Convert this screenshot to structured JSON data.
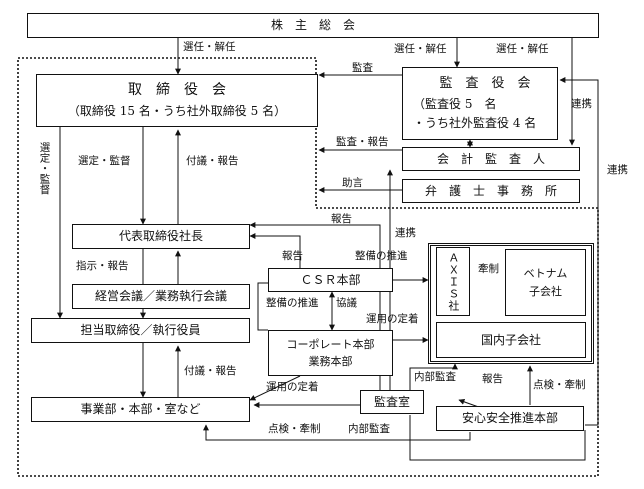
{
  "nodes": {
    "shareholders": "株　主　総　会",
    "board_title": "取　締　役　会",
    "board_sub": "（取締役 15 名・うち社外取締役 5 名）",
    "audit_title": "監　査　役　会",
    "audit_sub1": "（監査役 5　名",
    "audit_sub2": "・うち社外監査役 4 名",
    "accounting_auditor": "会　計　監　査　人",
    "law_firm": "弁　護　士　事　務　所",
    "president": "代表取締役社長",
    "mgmt_meeting": "経営会議／業務執行会議",
    "officers": "担当取締役／執行役員",
    "divisions": "事業部・本部・室など",
    "csr": "ＣＳＲ本部",
    "corp_hq_1": "コーポレート本部",
    "corp_hq_2": "業務本部",
    "audit_office": "監査室",
    "safety": "安心安全推進本部",
    "axis": "ＡＸＩＳ社",
    "vietnam_1": "ベトナム",
    "vietnam_2": "子会社",
    "domestic": "国内子会社"
  },
  "labels": {
    "elect1": "選任・解任",
    "elect2": "選任・解任",
    "elect3": "選任・解任",
    "audit": "監査",
    "audit_report": "監査・報告",
    "advice": "助言",
    "liaison1": "連携",
    "liaison2": "連携",
    "liaison3": "連携",
    "elect_supervise_v": "選定・監督",
    "select_supervise": "選定・監督",
    "proposal_report1": "付議・報告",
    "proposal_report2": "付議・報告",
    "report1": "報告",
    "report2": "報告",
    "report3": "報告",
    "instruct_report": "指示・報告",
    "promote1": "整備の推進",
    "promote2": "整備の推進",
    "consult": "協議",
    "establish1": "運用の定着",
    "establish2": "運用の定着",
    "internal_audit1": "内部監査",
    "internal_audit2": "内部監査",
    "check_control1": "点検・牽制",
    "check_control2": "点検・牽制",
    "control": "牽制"
  }
}
